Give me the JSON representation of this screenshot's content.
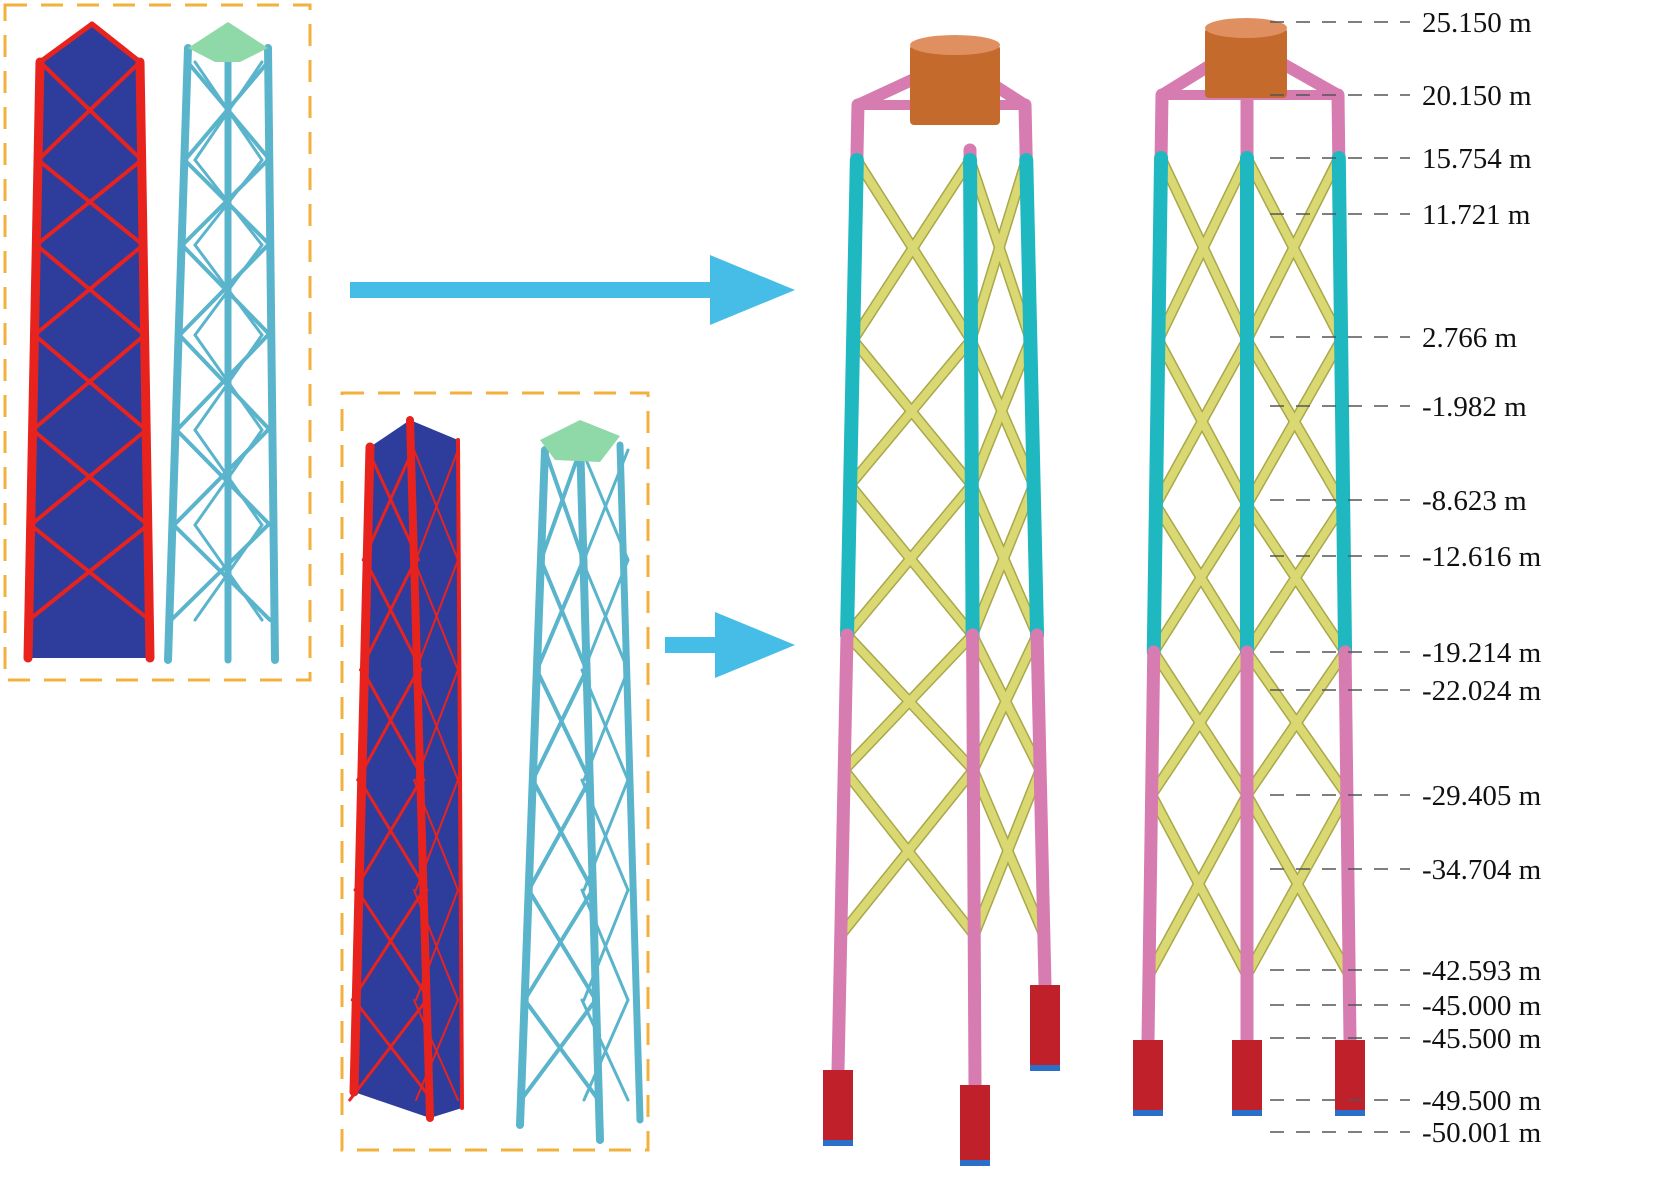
{
  "colors": {
    "frame_dash": "#f2b13c",
    "topology_fill": "#2e3c9c",
    "topology_edge": "#e8231e",
    "lattice": "#5ab4cc",
    "arrow": "#45bde6",
    "leg_pink": "#d77cb0",
    "leg_cyan": "#1fb8c0",
    "brace_yellow": "#d9d872",
    "transition_piece": "#c46a2c",
    "pile_red": "#c0202a",
    "pile_base_blue": "#2a70c8"
  },
  "elevation_labels": [
    "25.150 m",
    "20.150 m",
    "15.754 m",
    "11.721 m",
    "2.766 m",
    "-1.982 m",
    "-8.623 m",
    "-12.616 m",
    "-19.214 m",
    "-22.024 m",
    "-29.405 m",
    "-34.704 m",
    "-42.593 m",
    "-45.000 m",
    "-45.500 m",
    "-49.500 m",
    "-50.001 m"
  ]
}
